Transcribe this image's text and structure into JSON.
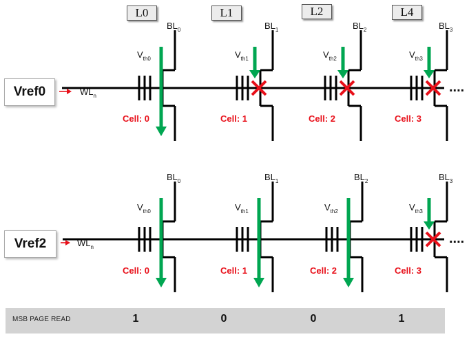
{
  "levels": [
    "L0",
    "L1",
    "L2",
    "L4"
  ],
  "panels": [
    {
      "vref_label": "Vref0",
      "wl_label": "WL",
      "wl_sub": "n",
      "cells": [
        {
          "bl": "BL",
          "bl_sub": "0",
          "vth": "V",
          "vth_sub": "th0",
          "cell_label": "Cell: 0",
          "conducts": true
        },
        {
          "bl": "BL",
          "bl_sub": "1",
          "vth": "V",
          "vth_sub": "th1",
          "cell_label": "Cell: 1",
          "conducts": false
        },
        {
          "bl": "BL",
          "bl_sub": "2",
          "vth": "V",
          "vth_sub": "th2",
          "cell_label": "Cell: 2",
          "conducts": false
        },
        {
          "bl": "BL",
          "bl_sub": "3",
          "vth": "V",
          "vth_sub": "th3",
          "cell_label": "Cell: 3",
          "conducts": false
        }
      ]
    },
    {
      "vref_label": "Vref2",
      "wl_label": "WL",
      "wl_sub": "n",
      "cells": [
        {
          "bl": "BL",
          "bl_sub": "0",
          "vth": "V",
          "vth_sub": "th0",
          "cell_label": "Cell: 0",
          "conducts": true
        },
        {
          "bl": "BL",
          "bl_sub": "1",
          "vth": "V",
          "vth_sub": "th1",
          "cell_label": "Cell: 1",
          "conducts": true
        },
        {
          "bl": "BL",
          "bl_sub": "2",
          "vth": "V",
          "vth_sub": "th2",
          "cell_label": "Cell: 2",
          "conducts": true
        },
        {
          "bl": "BL",
          "bl_sub": "3",
          "vth": "V",
          "vth_sub": "th3",
          "cell_label": "Cell: 3",
          "conducts": false
        }
      ]
    }
  ],
  "continuation": "....",
  "msb": {
    "label": "MSB PAGE READ",
    "values": [
      "1",
      "0",
      "0",
      "1"
    ]
  },
  "colors": {
    "conduct_arrow": "#00a651",
    "block_mark": "#e8101a",
    "cell_label": "#e8101a",
    "wire": "#000000",
    "msb_bar": "#d3d3d3"
  }
}
